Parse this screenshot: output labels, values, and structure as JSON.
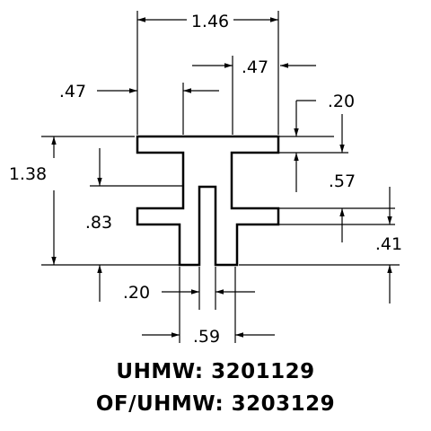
{
  "dimensions": {
    "overall_width": "1.46",
    "flange_width": ".47",
    "left_flange": ".47",
    "flange_thickness": ".20",
    "overall_height": "1.38",
    "upper_gap": ".57",
    "lower_height": ".83",
    "slot_width": ".20",
    "bottom_height": ".41",
    "stem_width": ".59"
  },
  "part_numbers": {
    "uhmw": "UHMW: 3201129",
    "of_uhmw": "OF/UHMW: 3203129"
  }
}
